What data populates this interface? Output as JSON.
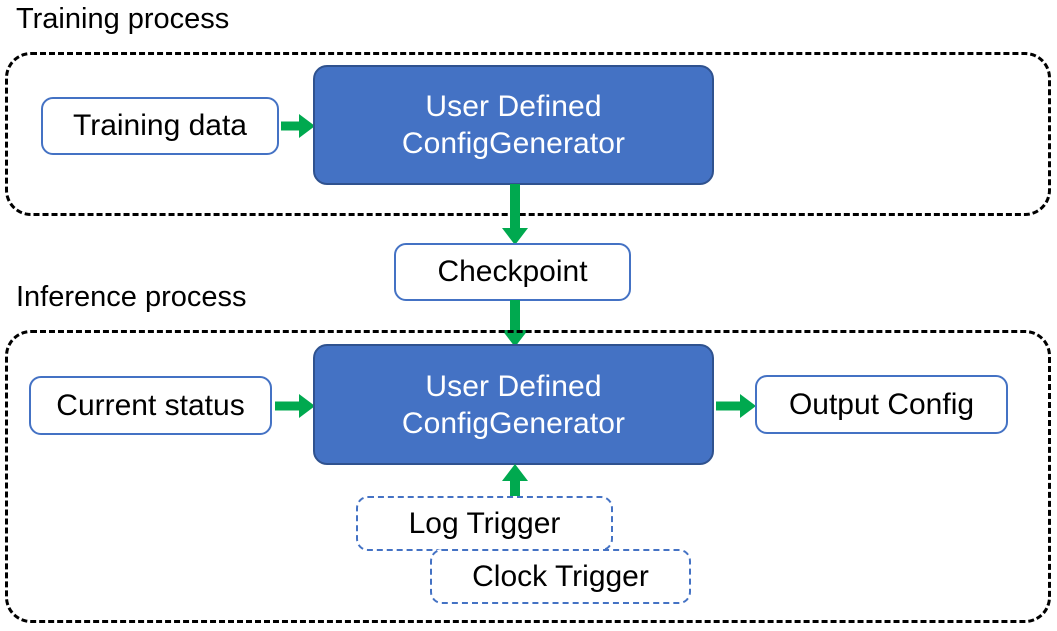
{
  "diagram": {
    "title_training": "Training process",
    "title_inference": "Inference process"
  },
  "colors": {
    "process_box_fill": "#4472C4",
    "process_box_border": "#2F528F",
    "data_box_border": "#4472C4",
    "arrow_green": "#00A94F",
    "container_dash": "#000000",
    "text_on_blue": "#FFFFFF",
    "text_default": "#000000"
  },
  "training_process": {
    "label": "Training process",
    "nodes": {
      "training_data": "Training data",
      "generator_line1": "User Defined",
      "generator_line2": "ConfigGenerator"
    }
  },
  "checkpoint": {
    "label": "Checkpoint"
  },
  "inference_process": {
    "label": "Inference process",
    "nodes": {
      "current_status": "Current status",
      "generator_line1": "User Defined",
      "generator_line2": "ConfigGenerator",
      "output_config": "Output Config",
      "log_trigger": "Log Trigger",
      "clock_trigger": "Clock Trigger"
    }
  },
  "edges": [
    {
      "from": "Training data",
      "to": "User Defined ConfigGenerator",
      "direction": "right"
    },
    {
      "from": "User Defined ConfigGenerator",
      "to": "Checkpoint",
      "direction": "down"
    },
    {
      "from": "Checkpoint",
      "to": "User Defined ConfigGenerator",
      "direction": "down"
    },
    {
      "from": "Current status",
      "to": "User Defined ConfigGenerator",
      "direction": "right"
    },
    {
      "from": "User Defined ConfigGenerator",
      "to": "Output Config",
      "direction": "right"
    },
    {
      "from": "Log Trigger / Clock Trigger",
      "to": "User Defined ConfigGenerator",
      "direction": "up"
    }
  ]
}
